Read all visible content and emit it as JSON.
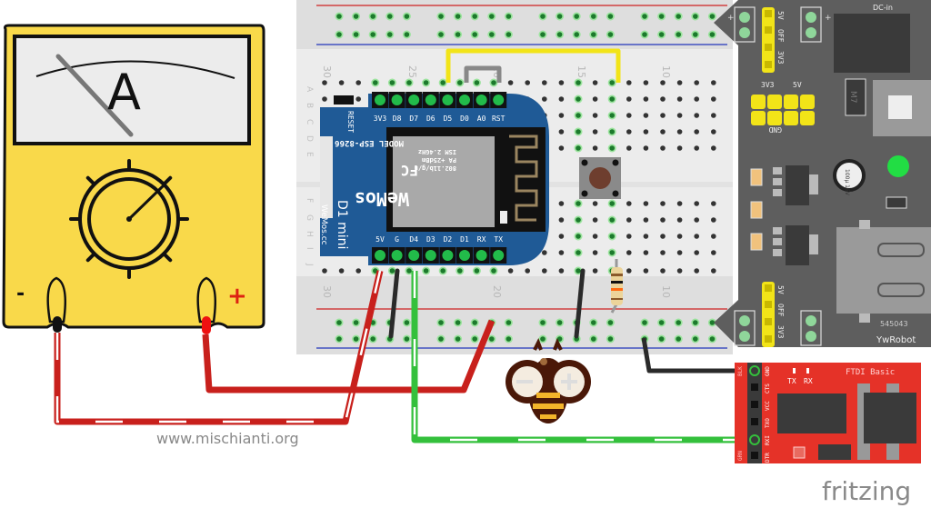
{
  "watermark": "www.mischianti.org",
  "fritzing_logo": "fritzing",
  "ammeter": {
    "symbol": "A",
    "minus_label": "-",
    "plus_label": "+",
    "body_color": "#f9d94a"
  },
  "breadboard": {
    "column_labels_top": [
      "30",
      "25",
      "20",
      "15",
      "10"
    ],
    "column_labels_bottom": [
      "30",
      "20",
      "10"
    ],
    "row_labels": [
      "A",
      "B",
      "C",
      "D",
      "E",
      "F",
      "G",
      "H",
      "I",
      "J"
    ]
  },
  "wemos": {
    "board_label": "D1 mini",
    "brand_label": "WeMos.cc",
    "reset_label": "RESET",
    "top_pins": [
      "3V3",
      "D8",
      "D7",
      "D6",
      "D5",
      "D0",
      "A0",
      "RST"
    ],
    "bottom_pins": [
      "5V",
      "G",
      "D4",
      "D3",
      "D2",
      "D1",
      "RX",
      "TX"
    ],
    "module_brand": "WeMos",
    "module_model": "MODEL  ESP-8266",
    "module_lines": [
      "ISM 2.4GHz",
      "PA +25dBm",
      "802.11b/g/n"
    ],
    "fcc": "FC",
    "color": "#1f5a96"
  },
  "power_module": {
    "dc_in_label": "DC-in",
    "jumper_labels": [
      "5V",
      "OFF",
      "3V3"
    ],
    "header_labels": [
      "3V3",
      "5V"
    ],
    "gnd_label": "GND",
    "regulator_label": "M7",
    "capacitor_label": "100µ 16V",
    "part_number": "545043",
    "brand": "YwRobot",
    "plus": "+",
    "minus": "-"
  },
  "ftdi": {
    "title": "FTDI Basic",
    "led_labels": [
      "TX",
      "RX"
    ],
    "pins": [
      "GND",
      "CTS",
      "VCC",
      "TXO",
      "RXI",
      "DTR"
    ],
    "side_labels": [
      "BLK",
      "GRN"
    ],
    "color": "#e53228"
  },
  "wire_colors": {
    "red": "#c8201c",
    "green": "#34c03c",
    "black": "#2a2a2a",
    "yellow": "#f2e418",
    "gray": "#8a8a8a"
  }
}
